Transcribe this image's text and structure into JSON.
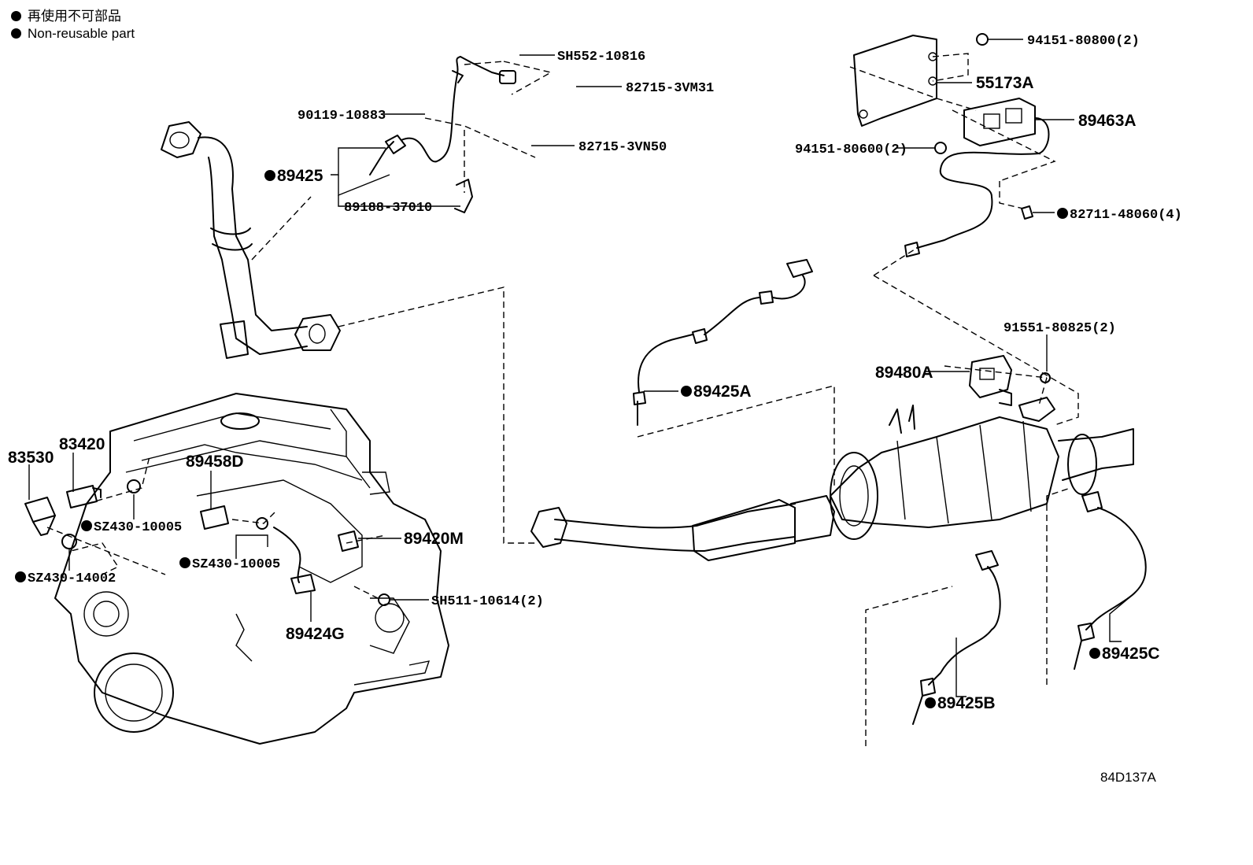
{
  "legend": {
    "line1": "再使用不可部品",
    "line2": "Non-reusable part"
  },
  "figure_id": "84D137A",
  "labels": {
    "sh552_10816": "SH552-10816",
    "p82715_3vm31": "82715-3VM31",
    "p90119_10883": "90119-10883",
    "p82715_3vn50": "82715-3VN50",
    "p89425": "89425",
    "p89188_37010": "89188-37010",
    "p94151_80800": "94151-80800(2)",
    "p55173a": "55173A",
    "p89463a": "89463A",
    "p94151_80600": "94151-80600(2)",
    "p82711_48060": "82711-48060(4)",
    "p91551_80825": "91551-80825(2)",
    "p89480a": "89480A",
    "p89425a": "89425A",
    "p83420": "83420",
    "p83530": "83530",
    "p89458d": "89458D",
    "sz430_10005_a": "SZ430-10005",
    "sz430_10005_b": "SZ430-10005",
    "sz430_14002": "SZ430-14002",
    "p89420m": "89420M",
    "sh511_10614": "SH511-10614(2)",
    "p89424g": "89424G",
    "p89425b": "89425B",
    "p89425c": "89425C"
  }
}
